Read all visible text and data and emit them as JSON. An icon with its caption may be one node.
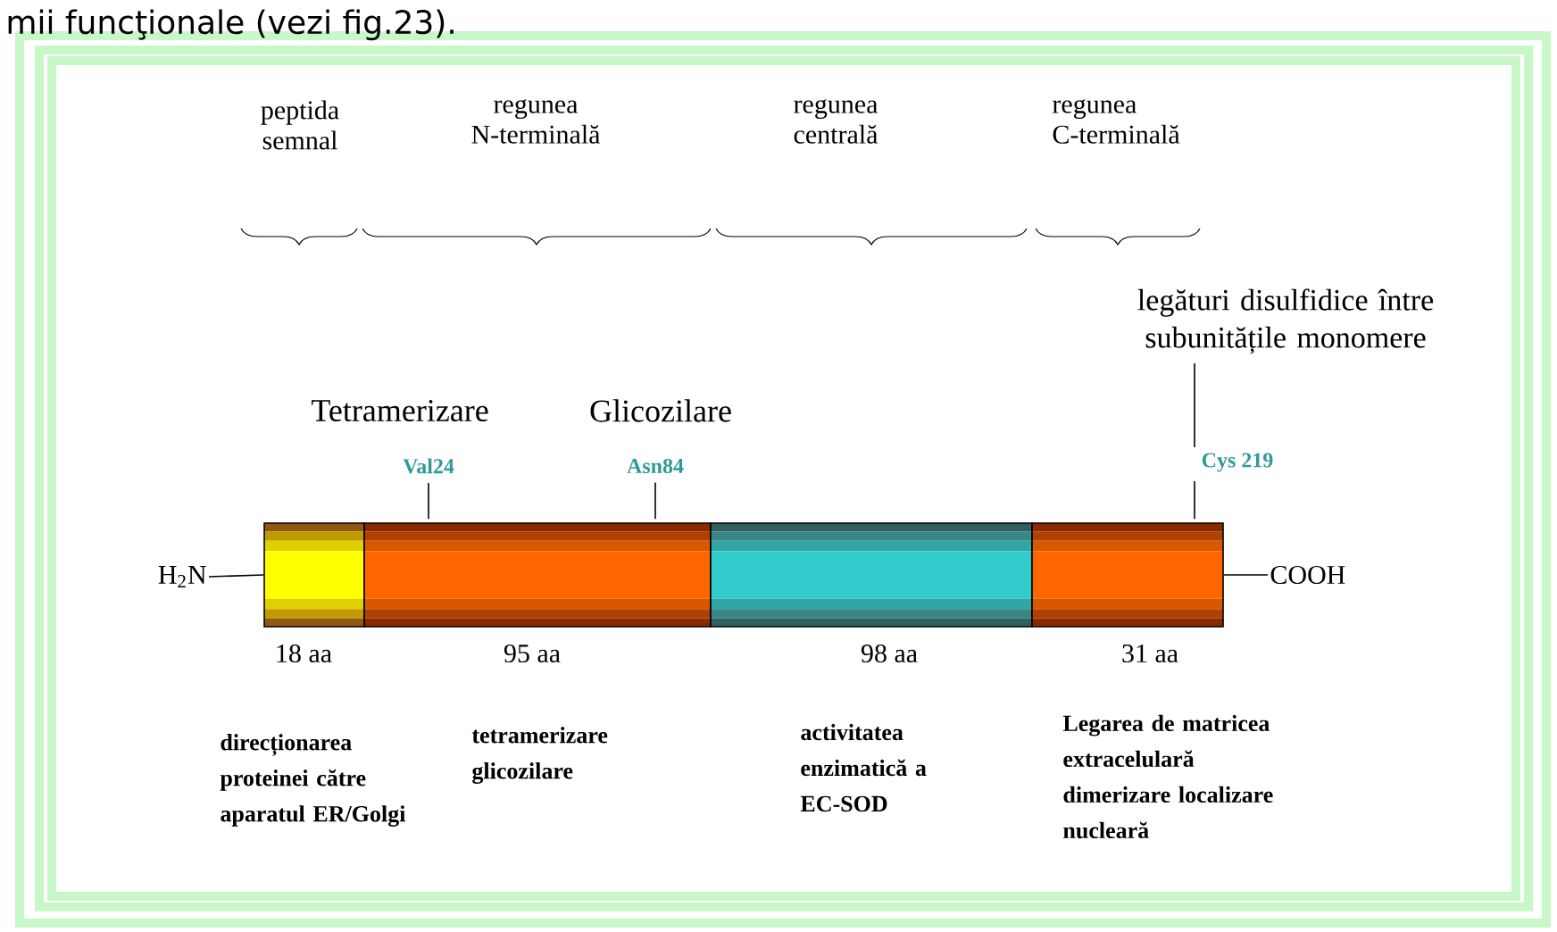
{
  "diagram": {
    "nodes": [
      {
        "text": [],
        "shape": "bar",
        "beside": [
          "18 aa"
        ]
      },
      {
        "text": [],
        "shape": "bar",
        "beside": [
          "95 aa"
        ]
      },
      {
        "text": [],
        "shape": "bar",
        "beside": [
          "98 aa"
        ]
      },
      {
        "text": [],
        "shape": "bar",
        "beside": [
          "31 aa"
        ]
      },
      {
        "text": [
          "H$_{2}$N"
        ]
      },
      {
        "text": [
          "COOH"
        ]
      },
      {
        "text": [
          "Val24"
        ]
      },
      {
        "text": [
          "Asn84"
        ]
      },
      {
        "text": [
          "Cys 219"
        ]
      },
      {
        "text": [
          "legături disulfidice între subunitățile monomere"
        ]
      }
    ],
    "edges": [
      {
        "from": 4,
        "to": 0,
        "arrow": "none"
      },
      {
        "from": 3,
        "to": 5,
        "arrow": "none"
      },
      {
        "from": 6,
        "to": 1,
        "arrow": "none"
      },
      {
        "from": 7,
        "to": 1,
        "arrow": "none"
      },
      {
        "from": 9,
        "to": 8,
        "arrow": "none"
      },
      {
        "from": 8,
        "to": 3,
        "arrow": "none"
      }
    ],
    "labels": [
      "mii funcţionale (vezi fig.23).",
      "peptida semnal",
      "regunea N-terminală",
      "regunea centrală",
      "regunea C-terminală",
      "Tetramerizare",
      "Glicozilare",
      "direcționarea proteinei către aparatul ER/Golgi",
      "tetramerizare glicozilare",
      "activitatea enzimatică a EC-SOD",
      "Legarea de matricea extracelulară dimerizare localizare nucleară"
    ]
  }
}
